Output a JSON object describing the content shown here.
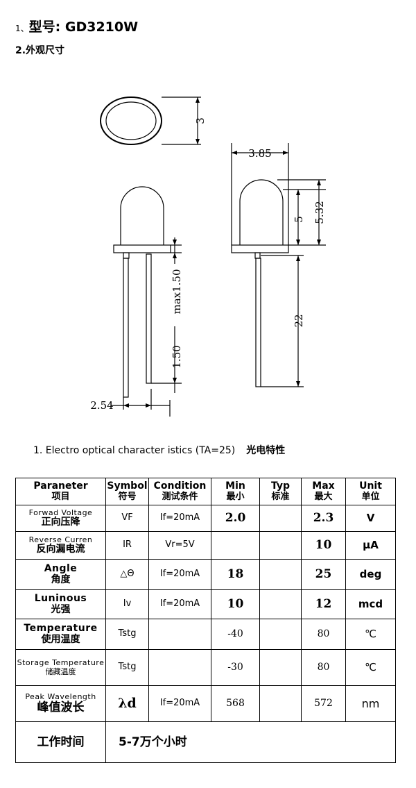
{
  "header": {
    "model_num": "1、",
    "model_label": "型号:",
    "model_value": "GD3210W",
    "section2": "2.外观尺寸"
  },
  "drawing": {
    "dim_3": "3",
    "dim_385": "3.85",
    "dim_5": "5",
    "dim_532": "5.32",
    "dim_max150": "max1.50",
    "dim_150": "1.50",
    "dim_22": "22",
    "dim_254": "2.54"
  },
  "section3": {
    "en": "1. Electro optical character istics (TA=25)",
    "cn": "光电特性"
  },
  "table": {
    "headers": [
      {
        "en": "Paraneter",
        "cn": "项目"
      },
      {
        "en": "Symbol",
        "cn": "符号"
      },
      {
        "en": "Condition",
        "cn": "测试条件"
      },
      {
        "en": "Min",
        "cn": "最小"
      },
      {
        "en": "Typ",
        "cn": "标准"
      },
      {
        "en": "Max",
        "cn": "最大"
      },
      {
        "en": "Unit",
        "cn": "单位"
      }
    ],
    "rows": [
      {
        "param_en": "Forwad Voltage",
        "param_cn": "正向压降",
        "symbol": "VF",
        "condition": "If=20mA",
        "min": "2.0",
        "typ": "",
        "max": "2.3",
        "unit": "V"
      },
      {
        "param_en": "Reverse Curren",
        "param_cn": "反向漏电流",
        "symbol": "IR",
        "condition": "Vr=5V",
        "min": "",
        "typ": "",
        "max": "10",
        "unit": "μA"
      },
      {
        "param_en": "Angle",
        "param_cn": "角度",
        "symbol": "△Θ",
        "condition": "If=20mA",
        "min": "18",
        "typ": "",
        "max": "25",
        "unit": "deg"
      },
      {
        "param_en": "Luninous",
        "param_cn": "光强",
        "symbol": "Iv",
        "condition": "If=20mA",
        "min": "10",
        "typ": "",
        "max": "12",
        "unit": "mcd"
      },
      {
        "param_en": "Temperature",
        "param_cn": "使用温度",
        "symbol": "Tstg",
        "condition": "",
        "min": "-40",
        "typ": "",
        "max": "80",
        "unit": "℃"
      },
      {
        "param_en": "Storage Temperature",
        "param_cn": "储藏温度",
        "symbol": "Tstg",
        "condition": "",
        "min": "-30",
        "typ": "",
        "max": "80",
        "unit": "℃"
      },
      {
        "param_en": "Peak Wavelength",
        "param_cn": "峰值波长",
        "symbol": "λd",
        "condition": "If=20mA",
        "min": "568",
        "typ": "",
        "max": "572",
        "unit": "nm"
      }
    ],
    "life_label": "工作时间",
    "life_value": "5-7万个小时"
  }
}
